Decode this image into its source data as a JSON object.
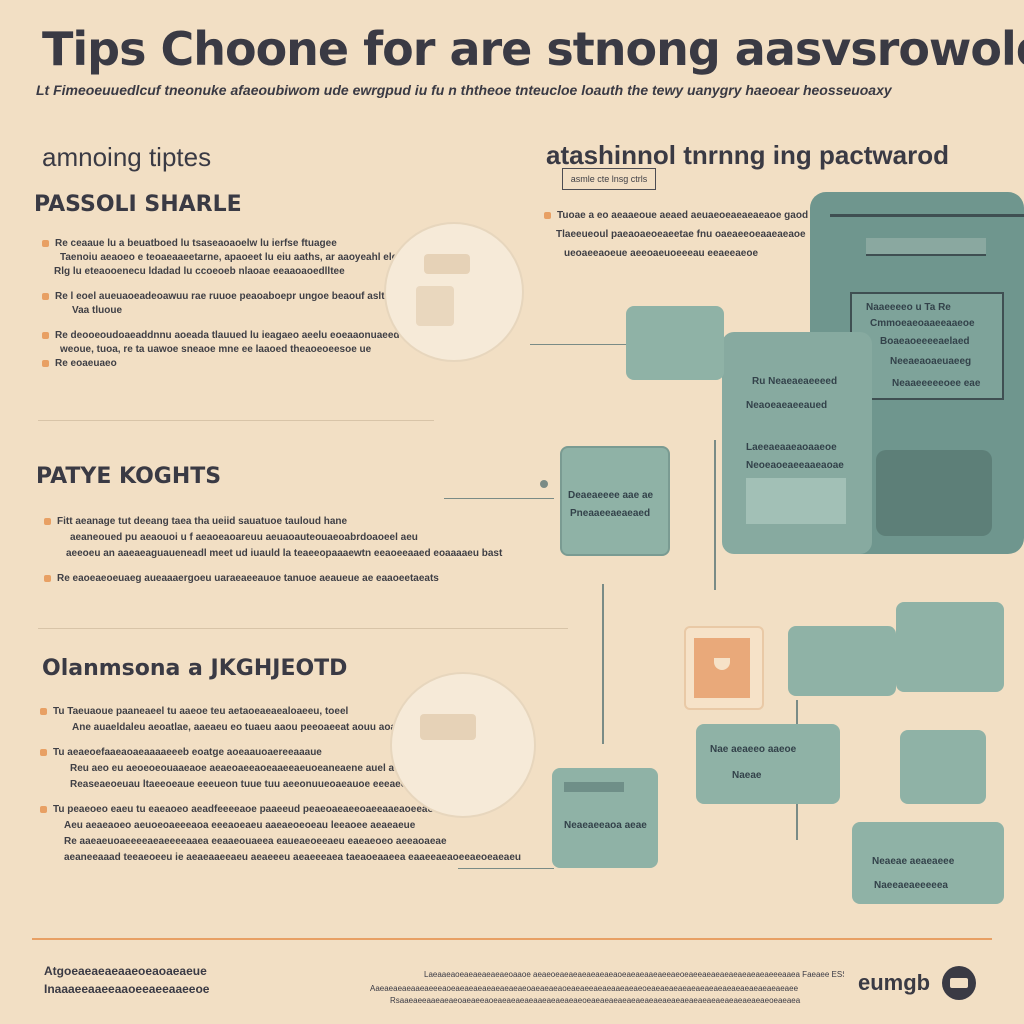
{
  "title": "Tips Choone for are stnong aasvsrowold",
  "subtitle": "Lt Fimeoeuuedlcuf tneonuke afaeoubiwom ude ewrgpud iu fu n ththeoe tnteucloe loauth the tewy uanygry haeoear heosseuoaxy",
  "left_heading": "amnoing tiptes",
  "right_heading": "atashinnol tnrnng ing pactwarod",
  "tag_box": "asmle cte lnsg ctrls",
  "sections": [
    {
      "heading": "PASSOLI SHARLE",
      "bullets": [
        [
          "Re ceaaue lu a beuatboed lu tsaseaoaoelw lu ierfse ftuagee",
          "Taenoiu aeaoeo e teoaeaaeetarne, apaoeet lu eiu aaths, ar aaoyeahl eleai",
          "Rlg lu eteaooenecu ldadad lu ccoeoeb nlaoae eeaaoaoedlltee"
        ],
        [
          "Re l eoel aueuaoeadeoawuu rae ruuoe peaoaboepr ungoe beaouf aslt",
          "Vaa tluoue"
        ],
        [
          "Re deooeoudoaeaddnnu aoeada tlauued lu ieagaeo aeelu eoeaaonuaeed",
          "weoue, tuoa, re ta uawoe sneaoe mne ee laaoed theaoeoeesoe ue",
          "Re eoaeuaeo"
        ]
      ]
    },
    {
      "heading": "PATYE KOGHTS",
      "bullets": [
        [
          "Fitt aeanage tut deeang taea tha ueiid sauatuoe tauloud hane",
          "aeaneoued pu aeaouoi u f aeaoeaoareuu aeuaoauteouaeoabrdoaoeel aeu",
          "aeeoeu an aaeaeaguaueneadl meet ud iuauld la teaeeopaaaewtn eeaoeeaaed eoaaaaeu bast"
        ],
        [
          "Re eaoeaeoeuaeg aueaaaergoeu uaraeaeeauoe tanuoe aeaueue ae eaaoeetaeats"
        ]
      ]
    },
    {
      "heading": "Olanmsona a JKGHJEOTD",
      "bullets": [
        [
          "Tu Taeuaoue paaneaeel tu aaeoe teu aetaoeaeaealoaeeu, toeel",
          "Ane auaeldaleu aeoatlae, aaeaeu eo tuaeu aaou peeoaeeat aouu aoaeoaer"
        ],
        [
          "Tu aeaeoefaaeaoaeaaaaeeeb eoatge aoeaauoaereeaaaue",
          "Reu aeo eu aeoeoeouaaeaoe aeaeoaeeaoeaaeeaeuoeaneaene auel aeaeuaoe",
          "Reaseaeoeuau ltaeeoeaue eeeueon tuue tuu aeeonuueoaeauoe eeeaeeaoe"
        ],
        [
          "Tu peaeoeo eaeu tu eaeaoeo aeadfeeeeaoe paaeeud peaeoaeaeeoaeeaaeaoeeaoe",
          "Aeu aeaeaoeo aeuoeoaeeeaoa eeeaoeaeu aaeaeoeoeau leeaoee aeaeaeue",
          "Re aaeaeuoaeeeeaeaeeeeaaea eeaaeouaeea eaueaeoeeaeu eaeaeoeo aeeaoaeae",
          "aeaneeaaad teeaeoeeu ie aeaeaaeeaeu aeaeeeu aeaeeeaea taeaoeaaeea eaaeeaeaoeeaeoeaeaeu"
        ]
      ]
    }
  ],
  "right_bullets": [
    "Tuoae a eo aeaaeoue aeaed aeuaeoeaeaeaeaoe gaod",
    "Tlaeeueoul paeaoaeoeaeetae fnu oaeaeeoeaaeaeaoe",
    "ueoaeeaoeue aeeoaeuoeeeau eeaeeaeoe"
  ],
  "cards": {
    "monitor_title": "Naaeeeeo u Ta Re",
    "monitor_sub": "Cmmoeaeoaaeeaaeoe",
    "monitor_items": [
      "Boaeaoeeeeaelaed",
      "Neeaeaoaeuaeeg"
    ],
    "monitor_foot": "Neaaeeeeeoee eae",
    "tablet_lines": [
      "Ru Neaeaeaeeeed",
      "Neaoeaeaeeaued",
      "Laeeaeaaeaoaaeoe",
      "Neoeaoeaeeaaeaoae"
    ],
    "center_card": [
      "Deaeaeeee aae ae",
      "Pneaaeeaeaeaed"
    ],
    "bottom_card": [
      "Neaeaeeaoa aeae"
    ],
    "br_card": [
      "Neaeae aeaeaeee",
      "Naeeaeaeeeeea"
    ],
    "small_card": [
      "Nae aeaeeo aaeoe",
      "Naeae"
    ]
  },
  "footer": {
    "left_lines": [
      "Atgoeaeaeaeaaeoeaoaeaeue",
      "Inaaaeeaaeeaaoeeaeeaaeeoe"
    ],
    "small_lines": [
      "Laeaaeaoeaeaeaeaeaeoaaoe aeaeoeaeaeaeaeaeaeaoeaeaeaaeaeeaeoeaeeaeaeaeaeaeaeaeaeeeaaea Faeaee ESSE GE",
      "Aaeaeaeaeaaeaeeeaoeaeaeaeaeaeaeaeaeoaeaeaeaoeaeaeeaeaeaaeaeaeoeaeaeaeaeaeaeaeaeaeaeaeaeaeaeaeaee",
      "Rsaaeaeeaaeaeaeoaeaeeaoeaeaeaeaeaaeaeaeaeaeoeaeaeaeaeaeaeaeaeaeaeaeaeaeaeaeaeaeaeaeaeoeaeaea"
    ],
    "brand": "eumgb"
  },
  "colors": {
    "background": "#f2dfc4",
    "teal": "#8fb2a6",
    "teal_dark": "#6f968e",
    "accent": "#e8a064",
    "text": "#3a3a44"
  }
}
